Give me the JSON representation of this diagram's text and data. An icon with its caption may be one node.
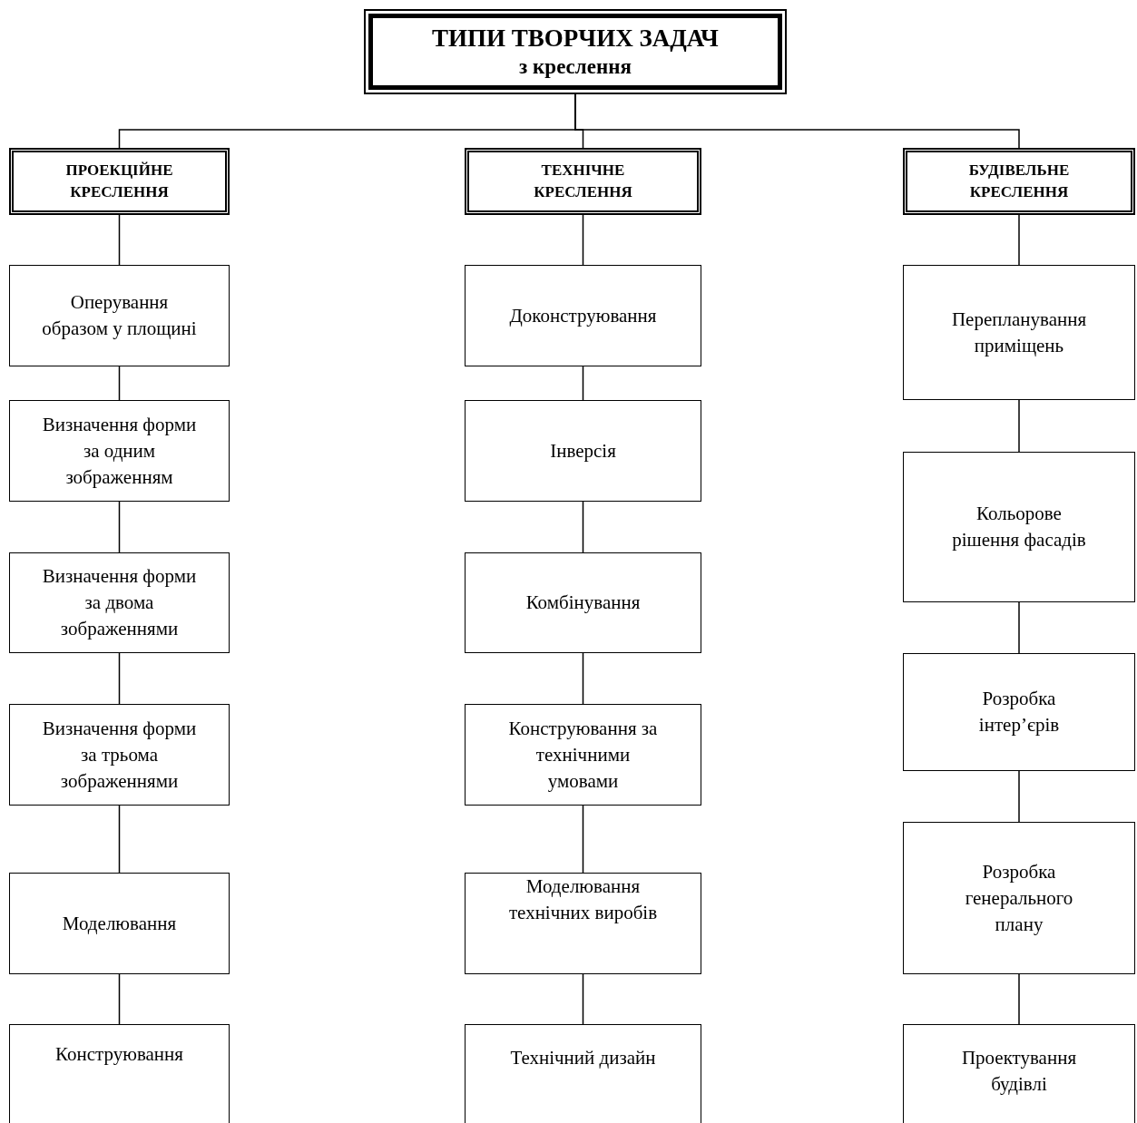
{
  "diagram": {
    "nodes": [
      {
        "text": [
          "ТИПИ ТВОРЧИХ ЗАДАЧ",
          "з креслення"
        ]
      },
      {
        "text": [
          "ПРОЕКЦІЙНЕ КРЕСЛЕННЯ"
        ]
      },
      {
        "text": [
          "ТЕХНІЧНЕ КРЕСЛЕННЯ"
        ]
      },
      {
        "text": [
          "БУДІВЕЛЬНЕ КРЕСЛЕННЯ"
        ]
      },
      {
        "text": [
          "Оперування образом у площині"
        ]
      },
      {
        "text": [
          "Визначення форми за одним зображенням"
        ]
      },
      {
        "text": [
          "Визначення форми за двома зображеннями"
        ]
      },
      {
        "text": [
          "Визначення форми за трьома зображеннями"
        ]
      },
      {
        "text": [
          "Моделювання"
        ]
      },
      {
        "text": [
          "Конструювання"
        ]
      },
      {
        "text": [
          "Доконструювання"
        ]
      },
      {
        "text": [
          "Інверсія"
        ]
      },
      {
        "text": [
          "Комбінування"
        ]
      },
      {
        "text": [
          "Конструювання за технічними умовами"
        ]
      },
      {
        "text": [
          "Моделювання технічних виробів"
        ]
      },
      {
        "text": [
          "Технічний дизайн"
        ]
      },
      {
        "text": [
          "Перепланування приміщень"
        ]
      },
      {
        "text": [
          "Кольорове рішення фасадів"
        ]
      },
      {
        "text": [
          "Розробка інтер’єрів"
        ]
      },
      {
        "text": [
          "Розробка генерального плану"
        ]
      },
      {
        "text": [
          "Проектування будівлі"
        ]
      }
    ],
    "edges": [
      {
        "from": 0,
        "to": 1,
        "arrow": "none"
      },
      {
        "from": 0,
        "to": 2,
        "arrow": "none"
      },
      {
        "from": 0,
        "to": 3,
        "arrow": "none"
      },
      {
        "from": 1,
        "to": 4,
        "arrow": "none"
      },
      {
        "from": 4,
        "to": 5,
        "arrow": "none"
      },
      {
        "from": 5,
        "to": 6,
        "arrow": "none"
      },
      {
        "from": 6,
        "to": 7,
        "arrow": "none"
      },
      {
        "from": 7,
        "to": 8,
        "arrow": "none"
      },
      {
        "from": 8,
        "to": 9,
        "arrow": "none"
      },
      {
        "from": 2,
        "to": 10,
        "arrow": "none"
      },
      {
        "from": 10,
        "to": 11,
        "arrow": "none"
      },
      {
        "from": 11,
        "to": 12,
        "arrow": "none"
      },
      {
        "from": 12,
        "to": 13,
        "arrow": "none"
      },
      {
        "from": 13,
        "to": 14,
        "arrow": "none"
      },
      {
        "from": 14,
        "to": 15,
        "arrow": "none"
      },
      {
        "from": 3,
        "to": 16,
        "arrow": "none"
      },
      {
        "from": 16,
        "to": 17,
        "arrow": "none"
      },
      {
        "from": 17,
        "to": 18,
        "arrow": "none"
      },
      {
        "from": 18,
        "to": 19,
        "arrow": "none"
      },
      {
        "from": 19,
        "to": 20,
        "arrow": "none"
      }
    ]
  }
}
